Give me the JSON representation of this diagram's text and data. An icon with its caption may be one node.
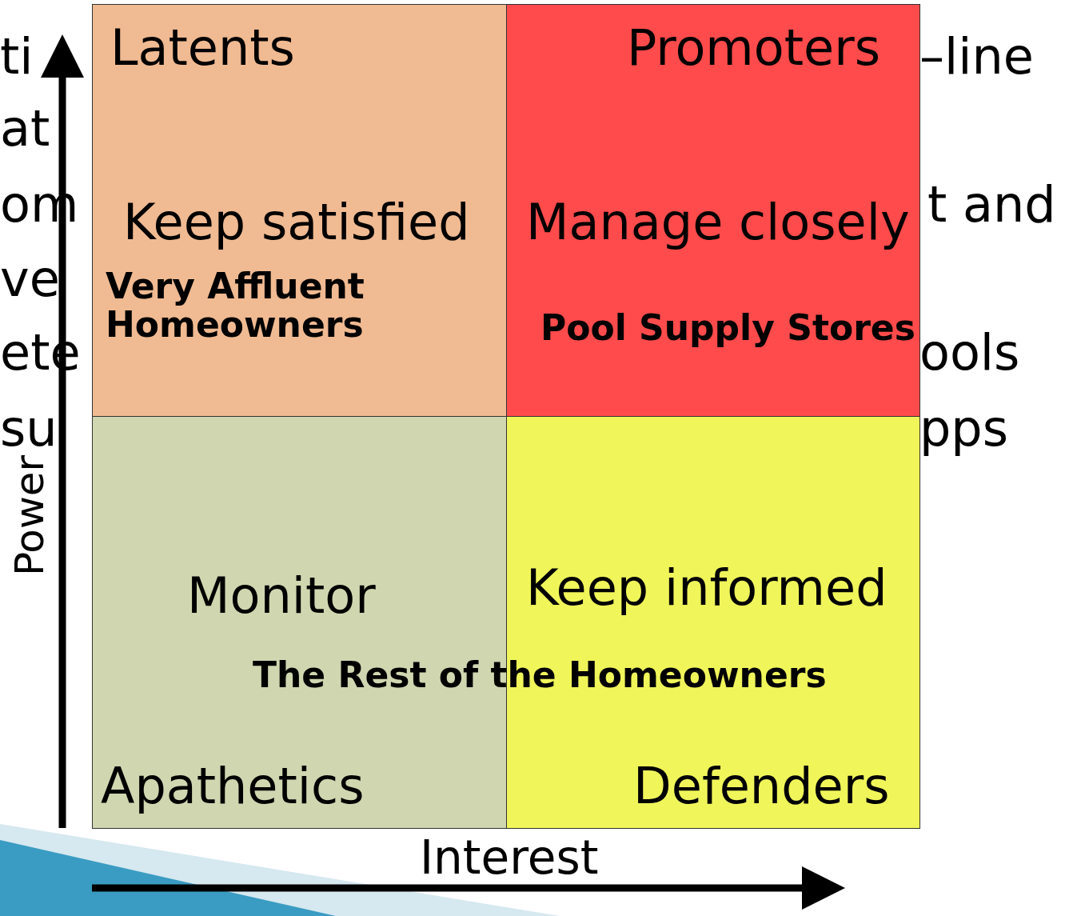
{
  "diagram": {
    "nodes": [
      {
        "text": [
          "Latents",
          "Keep satisfied",
          "Very Affluent Homeowners"
        ]
      },
      {
        "text": [
          "Promoters",
          "Manage closely",
          "Pool Supply Stores"
        ]
      },
      {
        "text": [
          "Monitor",
          "Apathetics"
        ]
      },
      {
        "text": [
          "Keep informed",
          "Defenders"
        ]
      }
    ],
    "edges": [],
    "labels": [
      "ti",
      "–line",
      "at",
      "om",
      "t and",
      "ve",
      "ete",
      "ools",
      "su",
      "pps",
      "Power",
      "The Rest of the Homeowners",
      "Interest"
    ]
  }
}
